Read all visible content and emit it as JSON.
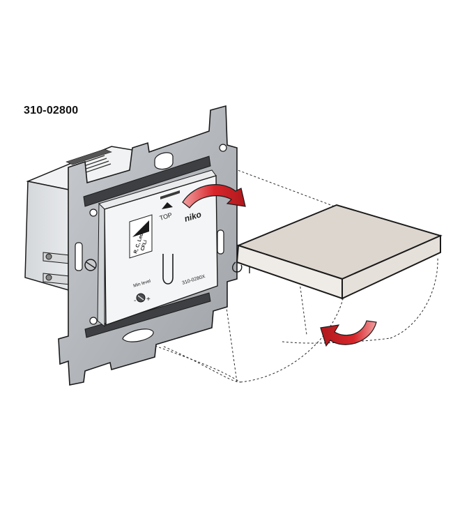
{
  "title": "310-02800",
  "device": {
    "brand": "niko",
    "top_label": "TOP",
    "model_label": "310-0280X",
    "type_label_line1": "R, C, Led",
    "type_label_line2": "CFLi",
    "min_level_label": "Min level",
    "minus_sign": "-",
    "plus_sign": "+"
  },
  "colors": {
    "frame": "#b9bcc0",
    "frame_dark": "#6d7075",
    "body_grey": "#e2e4e6",
    "cover_face": "#ddd6cf",
    "cover_edge": "#efebe7",
    "arrow_red": "#d8262b",
    "dashes": "#2a2a2a"
  },
  "icons": [
    "curved-arrow-icon",
    "rotate-arrow-icon",
    "dimmer-slot-icon",
    "adjust-screw-icon"
  ]
}
